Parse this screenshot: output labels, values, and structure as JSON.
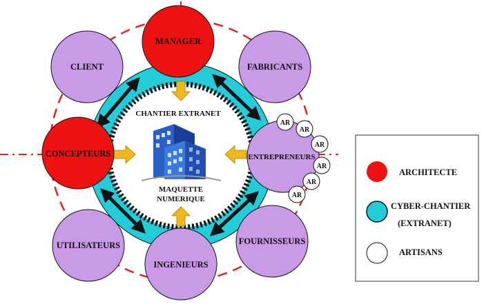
{
  "colors": {
    "architecte": "#ee1111",
    "actor": "#c99ae6",
    "extranet": "#22ccd8",
    "artisan": "#ffffff",
    "dash": "#dd2222",
    "arrow_gold": "#f2b81a"
  },
  "center": {
    "ring_label": "CHANTIER EXTRANET",
    "model_line1": "MAQUETTE",
    "model_line2": "NUMERIQUE",
    "icon": "building-icon"
  },
  "actors": {
    "manager": "MANAGER",
    "client": "CLIENT",
    "fabricants": "FABRICANTS",
    "concepteurs": "CONCEPTEURS",
    "entrepreneurs": "ENTREPRENEURS",
    "utilisateurs": "UTILISATEURS",
    "ingenieurs": "INGENIEURS",
    "fournisseurs": "FOURNISSEURS"
  },
  "artisans": [
    "AR",
    "AR",
    "AR",
    "AR",
    "AR",
    "AR"
  ],
  "legend": {
    "architecte": "ARCHITECTE",
    "cyber_line1": "CYBER-CHANTIER",
    "cyber_line2": "(EXTRANET)",
    "artisans": "ARTISANS"
  }
}
